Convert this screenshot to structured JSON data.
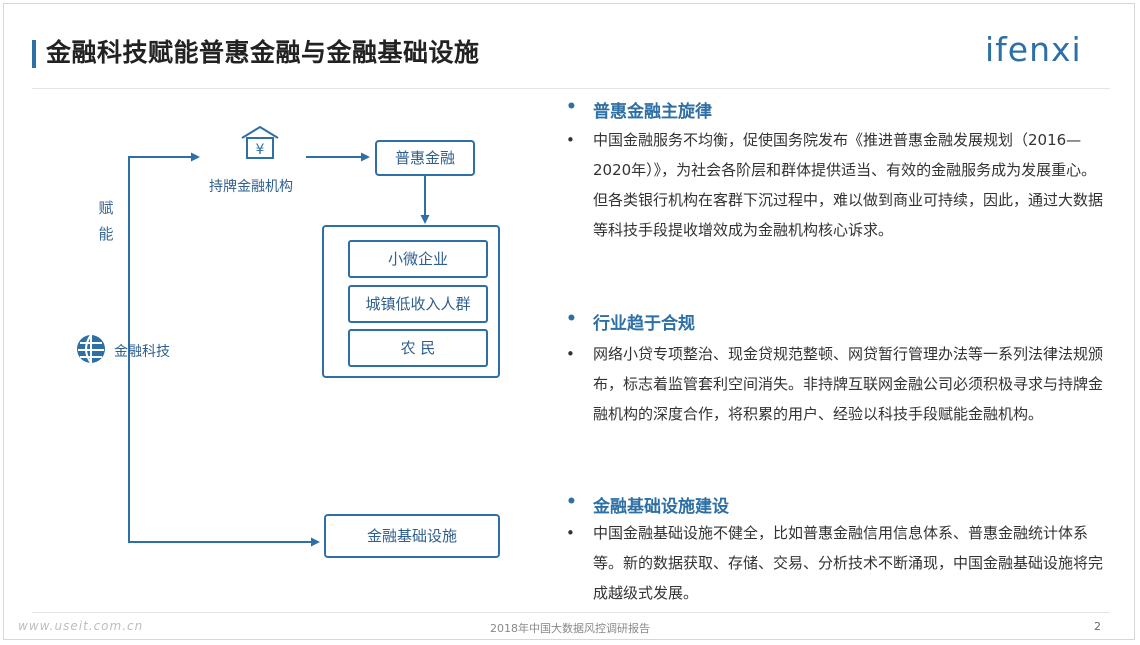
{
  "header": {
    "title": "金融科技赋能普惠金融与金融基础设施",
    "logo": "ifenxi"
  },
  "diagram": {
    "fintech": "金融科技",
    "empower": [
      "赋",
      "能"
    ],
    "licensed_institutions": "持牌金融机构",
    "inclusive_finance": "普惠金融",
    "targets": [
      "小微企业",
      "城镇低收入人群",
      "农 民"
    ],
    "infrastructure": "金融基础设施"
  },
  "sections": [
    {
      "title": "普惠金融主旋律",
      "body": "中国金融服务不均衡，促使国务院发布《推进普惠金融发展规划（2016—2020年）》，为社会各阶层和群体提供适当、有效的金融服务成为发展重心。但各类银行机构在客群下沉过程中，难以做到商业可持续，因此，通过大数据等科技手段提收增效成为金融机构核心诉求。"
    },
    {
      "title": "行业趋于合规",
      "body": "网络小贷专项整治、现金贷规范整顿、网贷暂行管理办法等一系列法律法规颁布，标志着监管套利空间消失。非持牌互联网金融公司必须积极寻求与持牌金融机构的深度合作，将积累的用户、经验以科技手段赋能金融机构。"
    },
    {
      "title": "金融基础设施建设",
      "body": "中国金融基础设施不健全，比如普惠金融信用信息体系、普惠金融统计体系等。新的数据获取、存储、交易、分析技术不断涌现，中国金融基础设施将完成越级式发展。"
    }
  ],
  "bullet": "•",
  "footer": {
    "report": "2018年中国大数据风控调研报告",
    "page": "2",
    "watermark": "www.useit.com.cn"
  },
  "colors": {
    "accent": "#2e6fa5",
    "text": "#333333"
  }
}
